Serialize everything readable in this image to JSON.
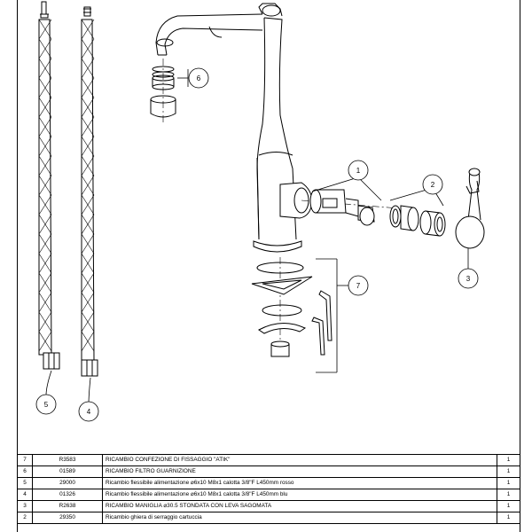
{
  "callouts": [
    "1",
    "2",
    "3",
    "4",
    "5",
    "6",
    "7"
  ],
  "parts": [
    {
      "pos": "7",
      "code": "R3583",
      "description": "RICAMBIO CONFEZIONE DI FISSAGGIO \"ATIK\"",
      "qty": "1"
    },
    {
      "pos": "6",
      "code": "01589",
      "description": "RICAMBIO FILTRO GUARNIZIONE",
      "qty": "1"
    },
    {
      "pos": "5",
      "code": "29000",
      "description": "Ricambio flessibile alimentazione ⌀6x10 M8x1 calotta 3/8\"F L450mm rosso",
      "qty": "1"
    },
    {
      "pos": "4",
      "code": "01326",
      "description": "Ricambio flessibile alimentazione ⌀6x10 M8x1 calotta 3/8\"F L450mm blu",
      "qty": "1"
    },
    {
      "pos": "3",
      "code": "R2638",
      "description": "RICAMBIO MANIGLIA ⌀30.5 STONDATA CON LEVA SAGOMATA",
      "qty": "1"
    },
    {
      "pos": "2",
      "code": "29350",
      "description": "Ricambio ghiera di serraggio cartuccia",
      "qty": "1"
    }
  ]
}
